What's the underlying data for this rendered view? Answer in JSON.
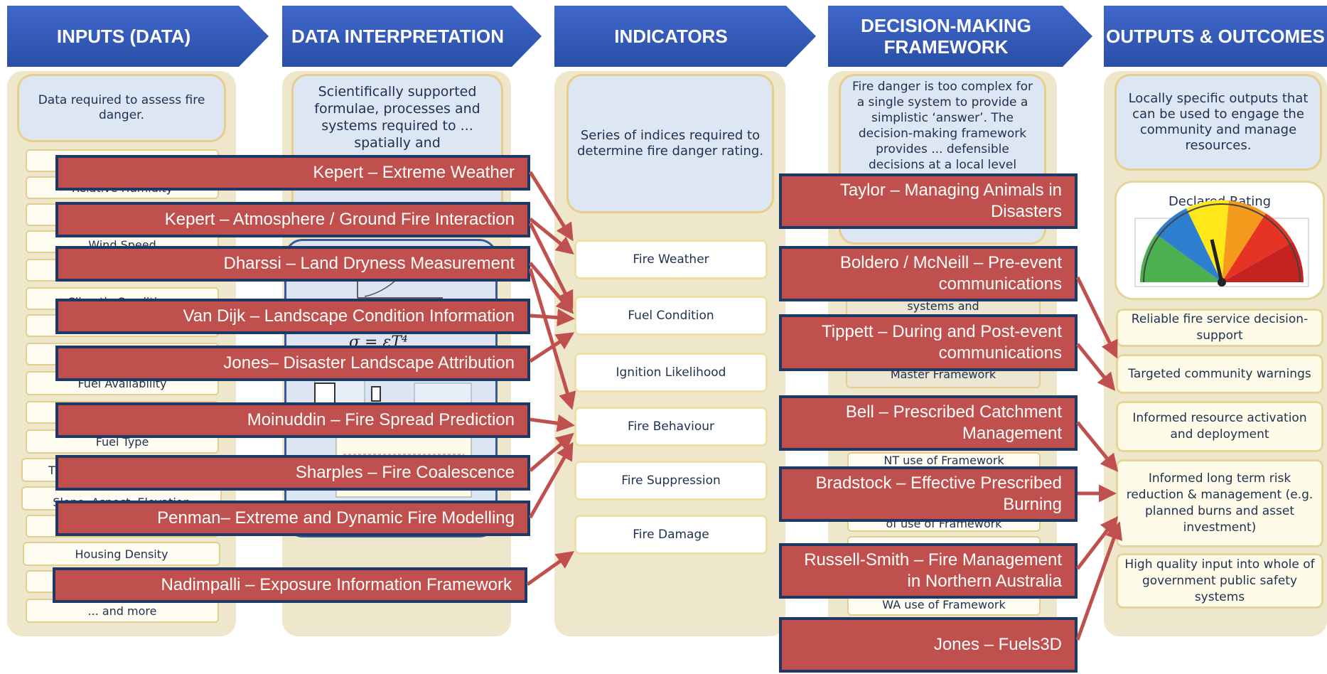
{
  "headers": [
    "INPUTS (DATA)",
    "DATA INTERPRETATION",
    "INDICATORS",
    "DECISION-MAKING FRAMEWORK",
    "OUTPUTS & OUTCOMES"
  ],
  "inputs": {
    "description": "Data required to assess fire danger.",
    "items": [
      "",
      "Relative Humidity",
      "",
      "Wind Speed",
      "",
      "Climatic Conditions",
      "",
      "",
      "Fuel Availability",
      "",
      "Fuel Type",
      "T",
      "Slope, Aspect, Elevation",
      "",
      "Housing Density",
      "",
      "... and more"
    ]
  },
  "interpretation": {
    "description": "Scientifically supported formulae, processes and systems required to ... spatially and",
    "formula": "σ = εT⁴"
  },
  "indicators": {
    "description": "Series of indices required to determine fire danger rating.",
    "items": [
      "Fire Weather",
      "Fuel Condition",
      "Ignition Likelihood",
      "Fire Behaviour",
      "Fire Suppression",
      "Fire Damage"
    ]
  },
  "framework": {
    "description": "Fire danger is too complex for a single system to provide a simplistic ‘answer’. The decision-making framework provides ... defensible decisions at a local level",
    "partial_texts": [
      "systems and",
      "Master Framework",
      "NT use of Framework",
      "of use of Framework",
      "WA use of Framework"
    ]
  },
  "outputs": {
    "description": "Locally specific outputs that can be used to engage the community and manage resources.",
    "rating_label": "Declared Rating",
    "items": [
      "Reliable fire service decision-support",
      "Targeted community warnings",
      "Informed resource activation and deployment",
      "Informed long term risk reduction & management (e.g. planned burns and asset investment)",
      "High quality input into whole of government public safety systems"
    ]
  },
  "projects_left": [
    "Kepert – Extreme Weather",
    "Kepert – Atmosphere / Ground Fire Interaction",
    "Dharssi – Land Dryness Measurement",
    "Van Dijk – Landscape Condition Information",
    "Jones– Disaster Landscape Attribution",
    "Moinuddin – Fire Spread Prediction",
    "Sharples – Fire Coalescence",
    "Penman– Extreme and Dynamic Fire Modelling",
    "Nadimpalli – Exposure Information Framework"
  ],
  "projects_right": [
    "Taylor – Managing Animals in Disasters",
    "Boldero / McNeill – Pre-event communications",
    "Tippett – During and Post-event communications",
    "Bell – Prescribed Catchment Management",
    "Bradstock – Effective Prescribed Burning",
    "Russell-Smith – Fire Management in Northern Australia",
    "Jones – Fuels3D"
  ],
  "colors": {
    "header": "#2f55b0",
    "panel": "#efe7cc",
    "project": "#c0504d",
    "project_border": "#1f3864",
    "arrow": "#c0504d"
  }
}
